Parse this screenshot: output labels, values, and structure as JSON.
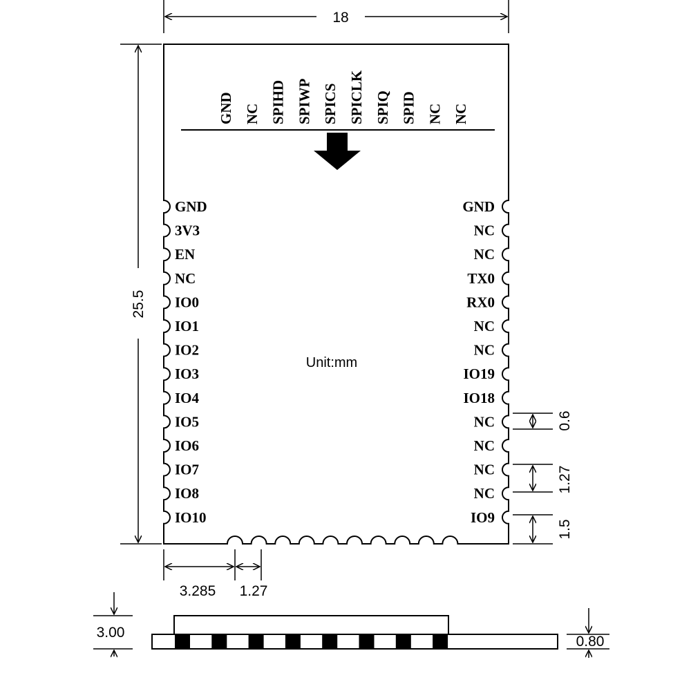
{
  "diagram": {
    "unit_label": "Unit:mm",
    "pins_top": [
      "GND",
      "NC",
      "SPIHD",
      "SPIWP",
      "SPICS",
      "SPICLK",
      "SPIQ",
      "SPID",
      "NC",
      "NC"
    ],
    "pins_left": [
      "GND",
      "3V3",
      "EN",
      "NC",
      "IO0",
      "IO1",
      "IO2",
      "IO3",
      "IO4",
      "IO5",
      "IO6",
      "IO7",
      "IO8",
      "IO10"
    ],
    "pins_right": [
      "GND",
      "NC",
      "NC",
      "TX0",
      "RX0",
      "NC",
      "NC",
      "IO19",
      "IO18",
      "NC",
      "NC",
      "NC",
      "NC",
      "IO9"
    ],
    "bottom_castellation_count": 10,
    "side_view_block_count": 8,
    "dimensions": {
      "width": "18",
      "height": "25.5",
      "pad_width": "0.6",
      "pitch_right": "1.27",
      "bottom_offset": "1.5",
      "first_pad_offset": "3.285",
      "pitch_bottom": "1.27",
      "total_thickness": "3.00",
      "pcb_thickness": "0.80"
    }
  }
}
